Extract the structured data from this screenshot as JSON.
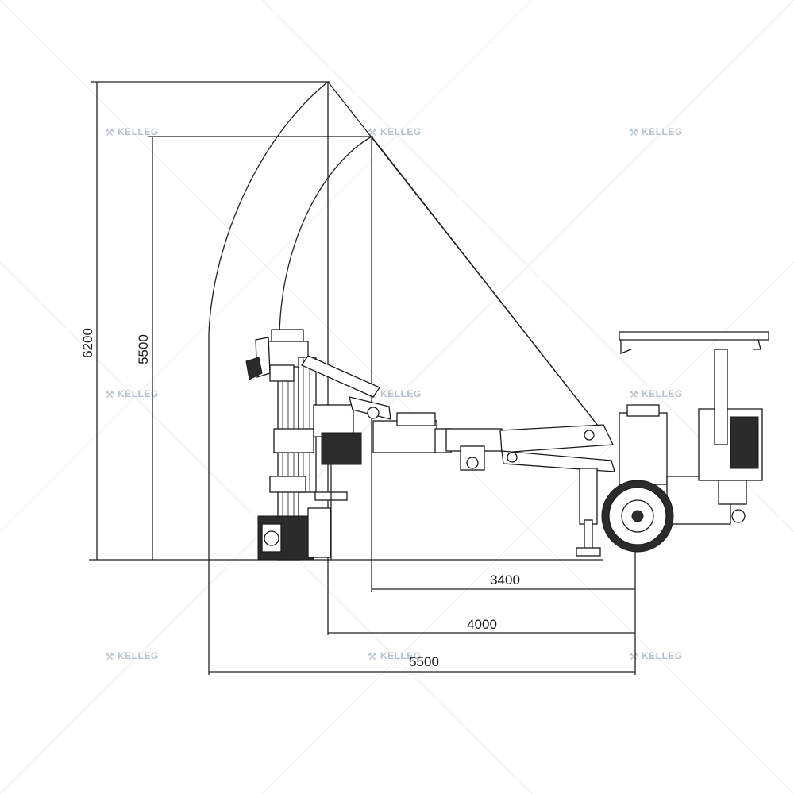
{
  "watermark": {
    "brand": "KELLEG",
    "icon": "kelleg-logo-icon"
  },
  "dimensions": {
    "height_max": "6200",
    "height_min": "5500",
    "reach_1": "3400",
    "reach_2": "4000",
    "reach_3": "5500"
  },
  "colors": {
    "line": "#222222",
    "watermark": "#b7c2cf",
    "background": "#ffffff"
  }
}
